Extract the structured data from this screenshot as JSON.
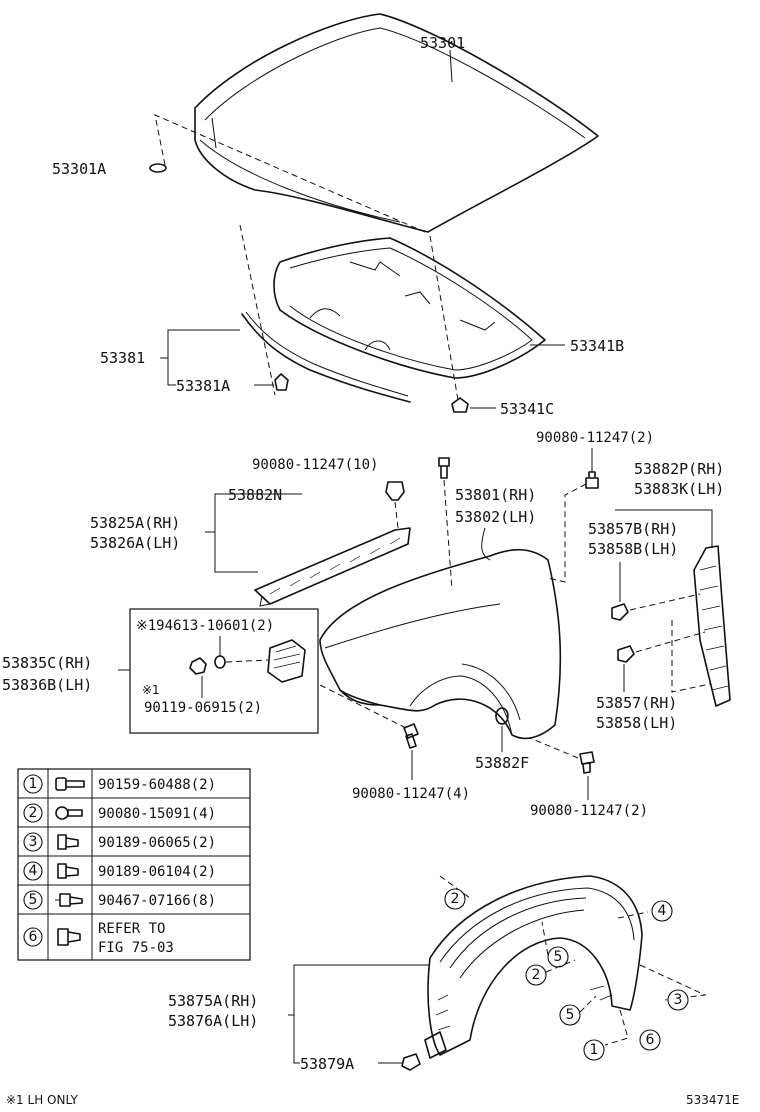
{
  "hood": {
    "part": "53301",
    "insulator_pad": "53301A"
  },
  "hood_seal": {
    "part": "53381",
    "clip": "53381A"
  },
  "hood_insulator": {
    "part": "53341B",
    "clip": "53341C"
  },
  "fender": {
    "rh": "53801(RH)",
    "lh": "53802(LH)",
    "bolt_top": "90080-11247(10)",
    "bolt_rear": "90080-11247(2)",
    "bolt_lower_front": "90080-11247(4)",
    "bolt_lower_rear": "90080-11247(2)",
    "cushion": "53882F"
  },
  "fender_seal_front": {
    "rh": "53825A(RH)",
    "lh": "53826A(LH)",
    "clip": "53882N"
  },
  "bracket_box": {
    "rh": "53835C(RH)",
    "lh": "53836B(LH)",
    "nut": "※194613-10601(2)",
    "note_mark": "※1",
    "bolt": "90119-06915(2)"
  },
  "fender_seal_rear": {
    "clip_rh": "53882P(RH)",
    "clip_lh": "53883K(LH)",
    "seal_upper_rh": "53857B(RH)",
    "seal_upper_lh": "53858B(LH)",
    "seal_lower_rh": "53857(RH)",
    "seal_lower_lh": "53858(LH)"
  },
  "liner": {
    "rh": "53875A(RH)",
    "lh": "53876A(LH)",
    "clip": "53879A"
  },
  "fastener_table": [
    {
      "num": "1",
      "icon": "screw-icon",
      "line1": "90159-60488(2)",
      "line2": ""
    },
    {
      "num": "2",
      "icon": "flange-bolt-icon",
      "line1": "90080-15091(4)",
      "line2": ""
    },
    {
      "num": "3",
      "icon": "push-clip-icon",
      "line1": "90189-06065(2)",
      "line2": ""
    },
    {
      "num": "4",
      "icon": "push-clip-icon",
      "line1": "90189-06104(2)",
      "line2": ""
    },
    {
      "num": "5",
      "icon": "rivet-clip-icon",
      "line1": "90467-07166(8)",
      "line2": ""
    },
    {
      "num": "6",
      "icon": "clip-icon",
      "line1": "REFER TO",
      "line2": "FIG 75-03"
    }
  ],
  "callouts": {
    "c1": "1",
    "c2": "2",
    "c3": "3",
    "c4": "4",
    "c5": "5",
    "c6": "6"
  },
  "footer": {
    "note": "※1 LH ONLY",
    "figure_id": "533471E"
  }
}
